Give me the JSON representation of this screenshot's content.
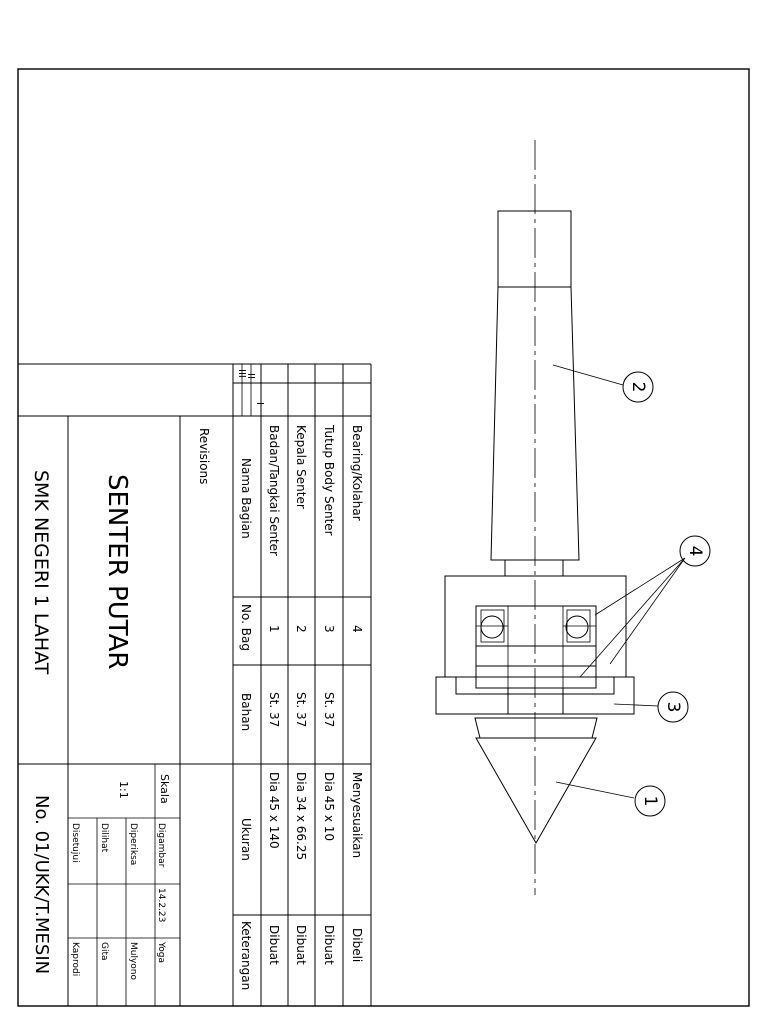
{
  "title": "SENTER PUTAR",
  "school": "SMK NEGERI 1 LAHAT",
  "drawing_no": "No. 01/UKK/T.MESIN",
  "revisions_label": "Revisions",
  "revision_marks": [
    "III",
    "II",
    "I"
  ],
  "parts_header": {
    "name": "Nama  Bagian",
    "no": "No. Bag",
    "material": "Bahan",
    "size": "Ukuran",
    "note": "Keterangan"
  },
  "parts": [
    {
      "name": "Bearing/Kolahar",
      "no": "4",
      "material": "",
      "size": "Menyesuaikan",
      "note": "Dibeli"
    },
    {
      "name": "Tutup Body Senter",
      "no": "3",
      "material": "St. 37",
      "size": "Dia 45 x 10",
      "note": "Dibuat"
    },
    {
      "name": "Kepala Senter",
      "no": "2",
      "material": "St. 37",
      "size": "Dia 34 x 66.25",
      "note": "Dibuat"
    },
    {
      "name": "Badan/Tangkai Senter",
      "no": "1",
      "material": "St. 37",
      "size": "Dia 45 x 140",
      "note": "Dibuat"
    }
  ],
  "scale_label": "Skala",
  "scale_value": "1:1",
  "signoff": [
    {
      "role": "Digambar",
      "date": "14.2.23",
      "name": "Yoga"
    },
    {
      "role": "Diperiksa",
      "date": "",
      "name": "Mulyono"
    },
    {
      "role": "Dilihat",
      "date": "",
      "name": "Gita"
    },
    {
      "role": "Disetujui",
      "date": "",
      "name": "Kaprodi"
    }
  ],
  "balloons": [
    "2",
    "4",
    "3",
    "1"
  ]
}
